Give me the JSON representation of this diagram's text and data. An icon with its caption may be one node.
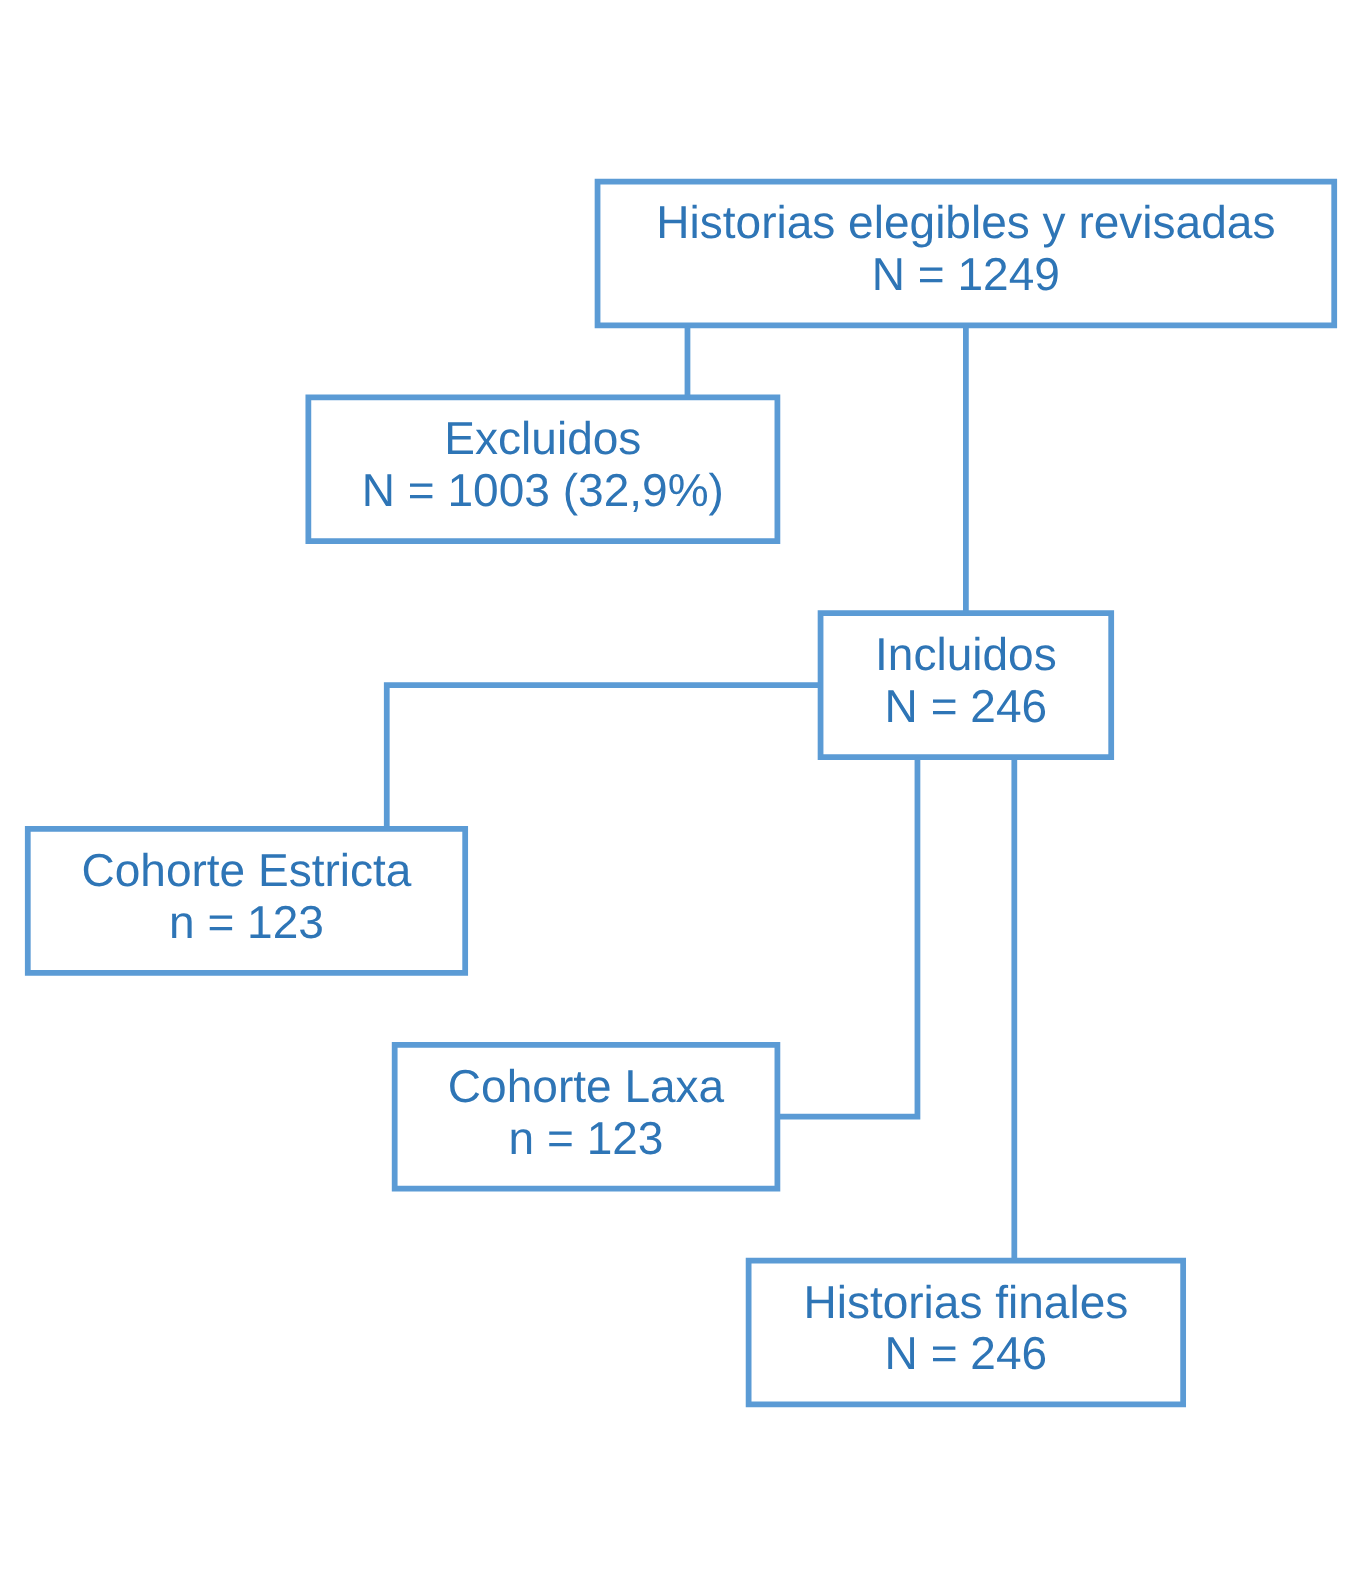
{
  "diagram": {
    "nodes": [
      {
        "text": [
          "Historias elegibles y revisadas",
          "N = 1249"
        ]
      },
      {
        "text": [
          "Excluidos",
          "N = 1003 (32,9%)"
        ]
      },
      {
        "text": [
          "Incluidos",
          "N = 246"
        ]
      },
      {
        "text": [
          "Cohorte Estricta",
          "n = 123"
        ]
      },
      {
        "text": [
          "Cohorte Laxa",
          "n = 123"
        ]
      },
      {
        "text": [
          "Historias finales",
          "N = 246"
        ]
      }
    ],
    "edges": [
      {
        "from": 0,
        "to": 1,
        "arrow": "none"
      },
      {
        "from": 0,
        "to": 2,
        "arrow": "none"
      },
      {
        "from": 2,
        "to": 3,
        "arrow": "none"
      },
      {
        "from": 2,
        "to": 4,
        "arrow": "none"
      },
      {
        "from": 2,
        "to": 5,
        "arrow": "none"
      }
    ]
  }
}
